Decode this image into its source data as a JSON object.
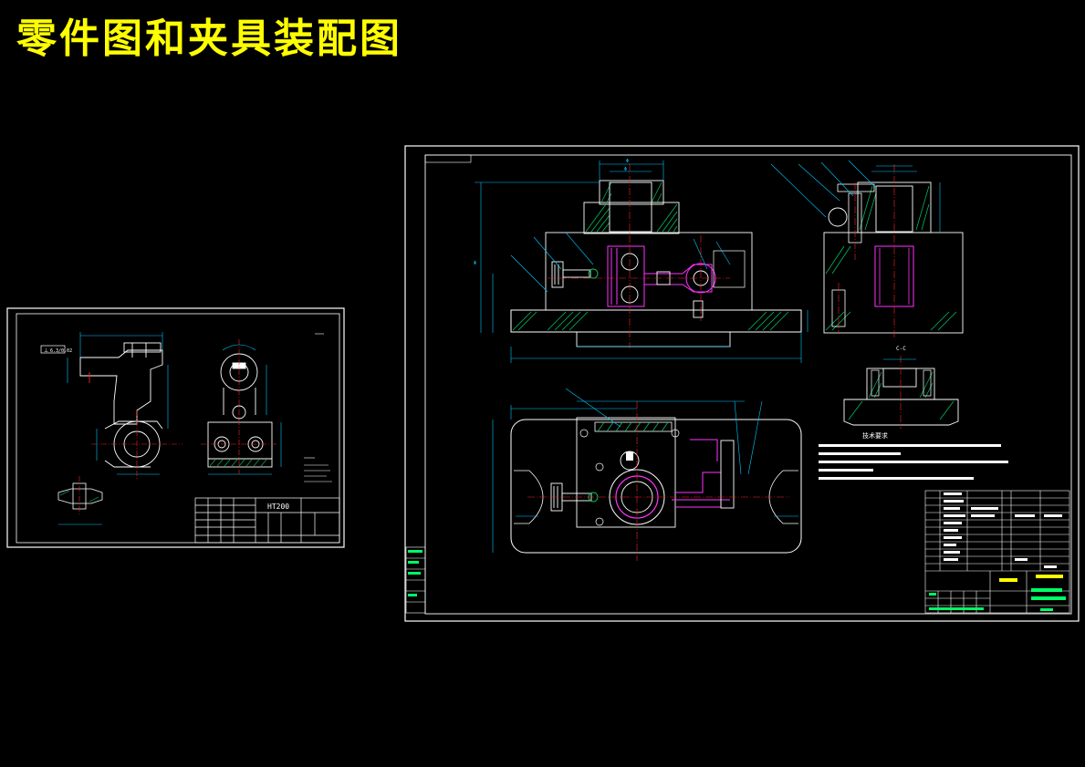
{
  "page_title": "零件图和夹具装配图",
  "colors": {
    "title": "#ffff00",
    "background": "#000000",
    "outline": "#ffffff",
    "hatch": "#00cc66",
    "dimension": "#00c8ff",
    "centerline": "#ff2020",
    "highlight": "#ff33ff",
    "yellow": "#ffff00",
    "green_text": "#00ff66"
  },
  "part_drawing": {
    "material": "HT200",
    "roughness_box": "6.3/0.02"
  },
  "assembly_drawing": {
    "section_label": "C-C",
    "technical_requirements_title": "技术要求"
  }
}
